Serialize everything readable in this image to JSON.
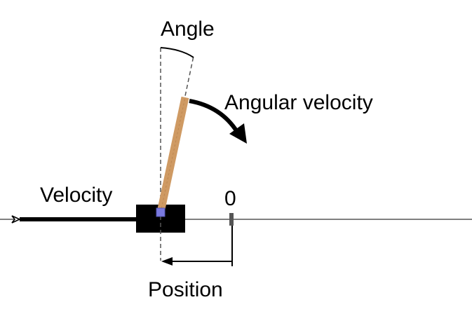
{
  "labels": {
    "angle": "Angle",
    "angular_velocity": "Angular velocity",
    "velocity": "Velocity",
    "zero": "0",
    "position": "Position"
  },
  "colors": {
    "track": "#555555",
    "cart": "#000000",
    "pole": "#cf9a63",
    "pole_edge": "#b07a45",
    "pivot": "#7a7ae0",
    "zero_marker": "#555555",
    "dashed_guide": "#555555",
    "arrow": "#000000"
  }
}
